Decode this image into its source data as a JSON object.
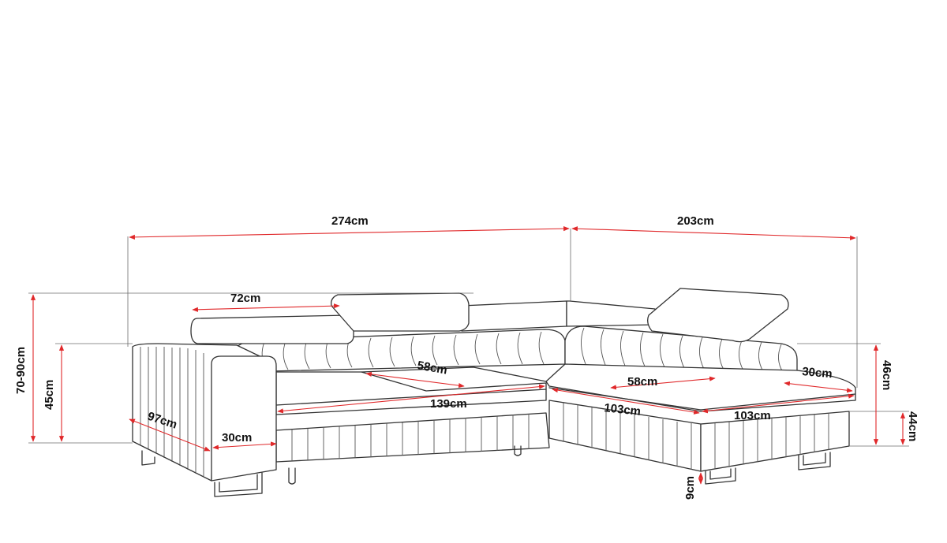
{
  "colors": {
    "line": "#333333",
    "dimension_line": "#e0282a",
    "text": "#111111",
    "background": "#ffffff"
  },
  "dimensions": {
    "total_width_left": "274cm",
    "total_width_right": "203cm",
    "headrest_width": "72cm",
    "total_height": "70-90cm",
    "armrest_height": "45cm",
    "total_depth": "97cm",
    "armrest_width": "30cm",
    "seat_depth_left": "58cm",
    "seat_width_left": "139cm",
    "seat_width_right_a": "103cm",
    "seat_width_right_b": "103cm",
    "seat_depth_right": "58cm",
    "back_thickness": "30cm",
    "back_height_right": "46cm",
    "seat_height": "44cm",
    "leg_height": "9cm"
  }
}
